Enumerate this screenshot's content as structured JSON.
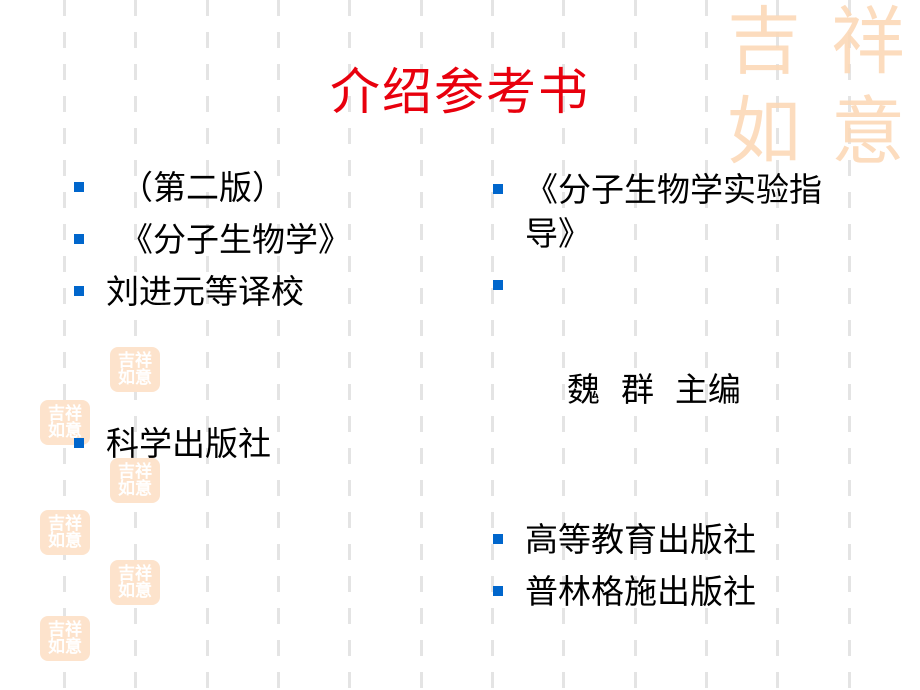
{
  "slide": {
    "title": "介绍参考书",
    "title_color": "#e8000d",
    "bullet_color": "#0066cc",
    "left_column": {
      "items": [
        {
          "text": "（第二版）"
        },
        {
          "text": "《分子生物学》"
        },
        {
          "text": "刘进元等译校"
        },
        {
          "text": "科学出版社"
        }
      ]
    },
    "right_column": {
      "items": [
        {
          "text": "《分子生物学实验指"
        },
        {
          "text": "导》"
        },
        {
          "text": "魏  群  主编"
        },
        {
          "text": "高等教育出版社"
        },
        {
          "text": "普林格施出版社"
        }
      ]
    },
    "decoration": {
      "seal_text": [
        "吉",
        "祥",
        "如",
        "意"
      ],
      "seal_color": "#fde3cc"
    }
  }
}
